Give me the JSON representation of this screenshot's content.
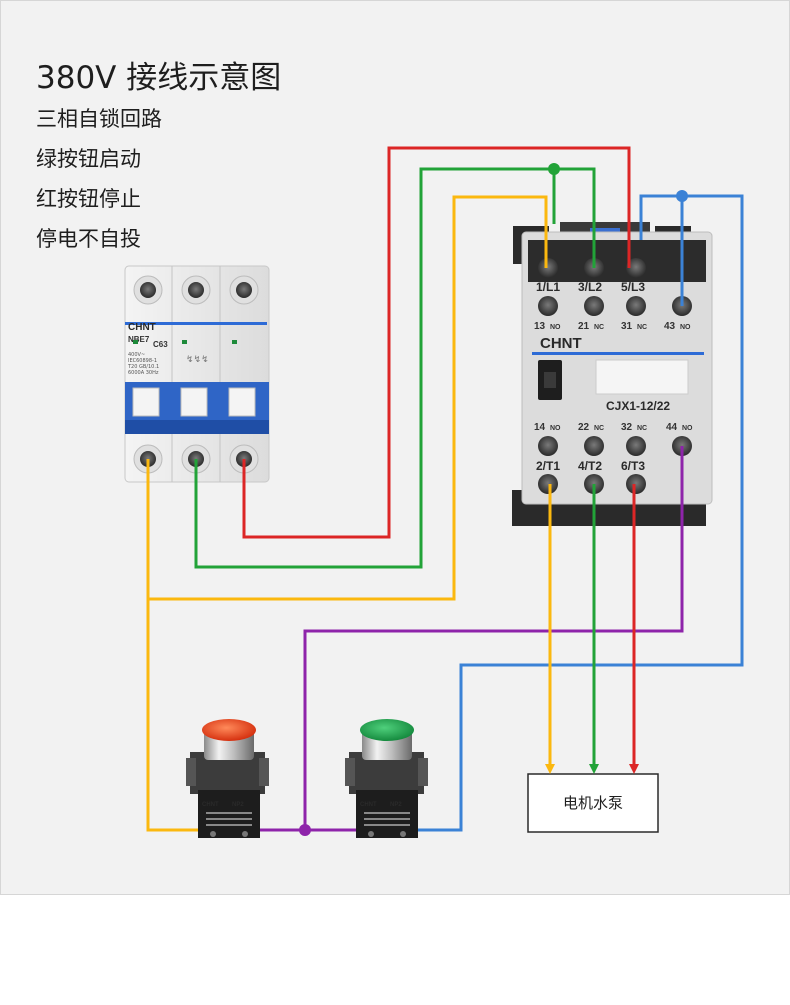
{
  "header": {
    "title": "380V 接线示意图",
    "lines": [
      "三相自锁回路",
      "绿按钮启动",
      "红按钮停止",
      "停电不自投"
    ]
  },
  "breaker": {
    "brand": "CHNT",
    "model": "NBE7",
    "rating": "C63",
    "spec_lines": [
      "400V~",
      "IEC60898-1",
      "T20 GB/10.1",
      "6000A 30Hz"
    ]
  },
  "contactor": {
    "brand": "CHNT",
    "model": "CJX1-12/22",
    "top_terminals": [
      "1/L1",
      "3/L2",
      "5/L3"
    ],
    "top_aux": [
      "13",
      "21",
      "31",
      "43"
    ],
    "top_aux_types": [
      "NO",
      "NC",
      "NC",
      "NO"
    ],
    "bottom_aux": [
      "14",
      "22",
      "32",
      "44"
    ],
    "bottom_aux_types": [
      "NO",
      "NC",
      "NC",
      "NO"
    ],
    "bottom_terminals": [
      "2/T1",
      "4/T2",
      "6/T3"
    ]
  },
  "pump": {
    "label": "电机水泵"
  },
  "buttons": {
    "stop": {
      "brand": "CHNT",
      "model": "NP2",
      "cap_color": "#e03a1c"
    },
    "start": {
      "brand": "CHNT",
      "model": "NP2",
      "cap_color": "#1a9a4a"
    }
  },
  "wire_colors": {
    "yellow": "#fbb80f",
    "green": "#22a338",
    "red": "#dc2626",
    "blue": "#3b82d6",
    "purple": "#8e24aa"
  }
}
